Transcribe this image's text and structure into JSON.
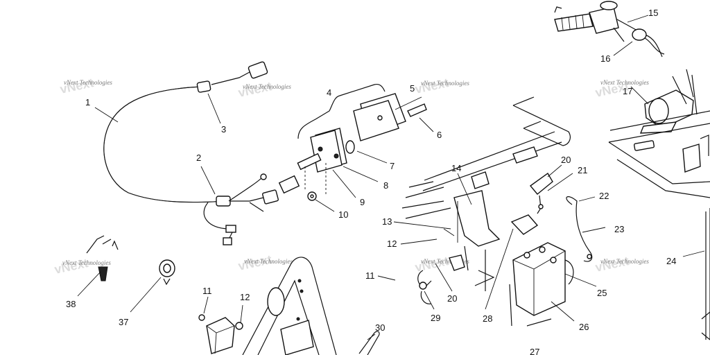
{
  "watermark": "vNext Technologies",
  "callouts": {
    "c1": "1",
    "c2": "2",
    "c3": "3",
    "c4": "4",
    "c5": "5",
    "c6": "6",
    "c7": "7",
    "c8": "8",
    "c9": "9",
    "c10": "10",
    "c11a": "11",
    "c11b": "11",
    "c12a": "12",
    "c12b": "12",
    "c13": "13",
    "c14": "14",
    "c15": "15",
    "c16": "16",
    "c17": "17",
    "c20a": "20",
    "c20b": "20",
    "c21": "21",
    "c22": "22",
    "c23": "23",
    "c24": "24",
    "c25": "25",
    "c26": "26",
    "c27": "27",
    "c28": "28",
    "c29": "29",
    "c30": "30",
    "c37": "37",
    "c38": "38"
  }
}
